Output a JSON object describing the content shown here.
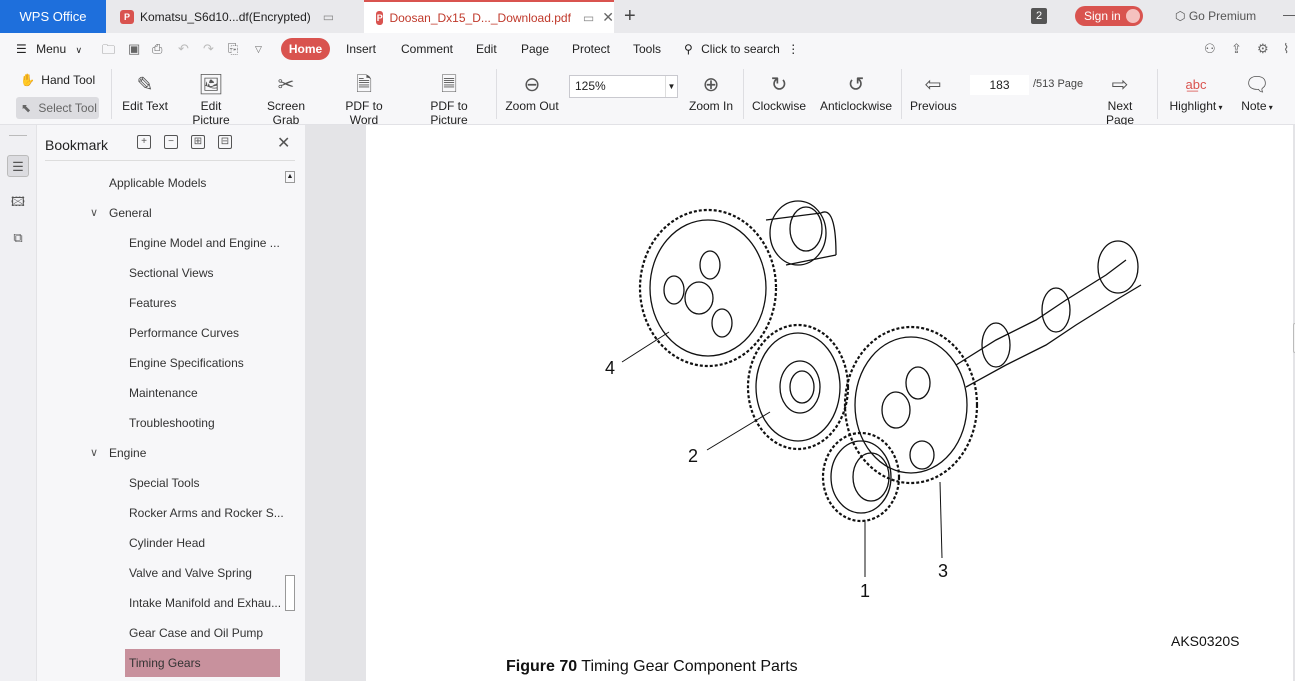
{
  "titlebar": {
    "app_tab": "WPS Office",
    "tabs": [
      {
        "title": "Komatsu_S6d10...df(Encrypted)",
        "active": false
      },
      {
        "title": "Doosan_Dx15_D..._Download.pdf",
        "active": true
      }
    ],
    "window_count": "2",
    "sign_in": "Sign in",
    "premium": "Go Premium"
  },
  "menubar": {
    "menu": "Menu",
    "tabs": [
      "Home",
      "Insert",
      "Comment",
      "Edit",
      "Page",
      "Protect",
      "Tools"
    ],
    "search": "Click to search"
  },
  "ribbon": {
    "hand_tool": "Hand Tool",
    "select_tool": "Select Tool",
    "buttons": [
      "Edit Text",
      "Edit Picture",
      "Screen Grab",
      "PDF to Word",
      "PDF to Picture",
      "Zoom Out",
      "Zoom In",
      "Clockwise",
      "Anticlockwise",
      "Previous",
      "Next Page",
      "Highlight",
      "Note"
    ],
    "zoom_value": "125%",
    "page_current": "183",
    "page_total": "/513 Page"
  },
  "bookmark_panel": {
    "title": "Bookmark",
    "items": [
      {
        "label": "Applicable Models",
        "level": 1
      },
      {
        "label": "General",
        "level": 1,
        "expanded": true
      },
      {
        "label": "Engine Model and Engine ...",
        "level": 2
      },
      {
        "label": "Sectional Views",
        "level": 2
      },
      {
        "label": "Features",
        "level": 2
      },
      {
        "label": "Performance Curves",
        "level": 2
      },
      {
        "label": "Engine Specifications",
        "level": 2
      },
      {
        "label": "Maintenance",
        "level": 2
      },
      {
        "label": "Troubleshooting",
        "level": 2
      },
      {
        "label": "Engine",
        "level": 1,
        "expanded": true
      },
      {
        "label": "Special Tools",
        "level": 2
      },
      {
        "label": "Rocker Arms and Rocker S...",
        "level": 2
      },
      {
        "label": "Cylinder Head",
        "level": 2
      },
      {
        "label": "Valve and Valve Spring",
        "level": 2
      },
      {
        "label": "Intake Manifold and Exhau...",
        "level": 2
      },
      {
        "label": "Gear Case and Oil Pump",
        "level": 2
      },
      {
        "label": "Timing Gears",
        "level": 2,
        "selected": true
      }
    ]
  },
  "document": {
    "callouts": [
      "4",
      "2",
      "3",
      "1"
    ],
    "figure_code": "AKS0320S",
    "caption_number": "Figure 70",
    "caption_text": " Timing Gear Component Parts"
  },
  "colors": {
    "accent": "#d9534f",
    "wps_blue": "#1e6fdc",
    "selected_bookmark": "#c8919d"
  }
}
